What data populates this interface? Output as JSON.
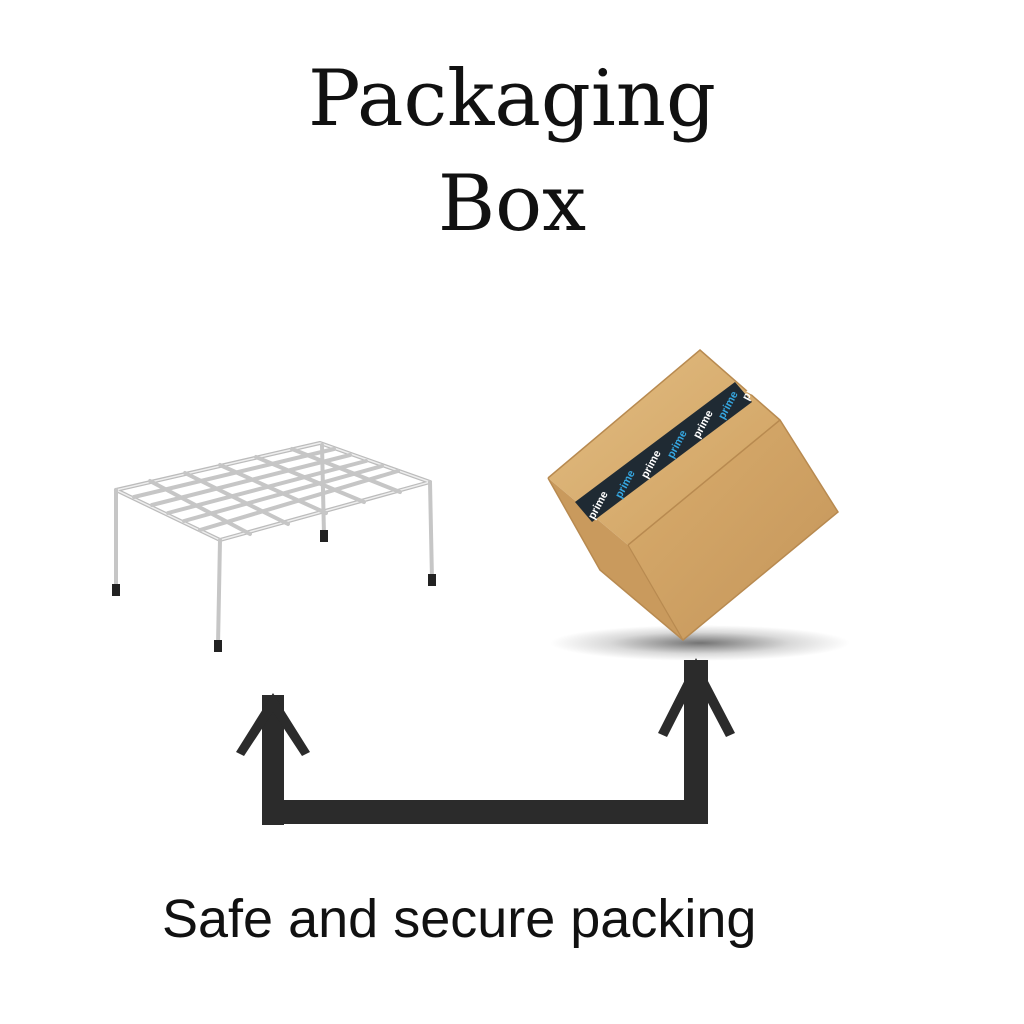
{
  "title": {
    "line1": "Packaging",
    "line2": "Box"
  },
  "caption": "Safe and secure packing",
  "box": {
    "tape_label": "prime"
  },
  "colors": {
    "text": "#111111",
    "cardboard": "#d4a868",
    "tape": "#1f2a33",
    "tape_text": "#ffffff",
    "prime_blue": "#35a6e0",
    "rack": "#c8c8c8",
    "arrow": "#2a2a2a"
  },
  "icons": {
    "rack": "wire-rack-illustration",
    "box": "cardboard-box-illustration",
    "arrow": "flow-arrow-icon"
  }
}
